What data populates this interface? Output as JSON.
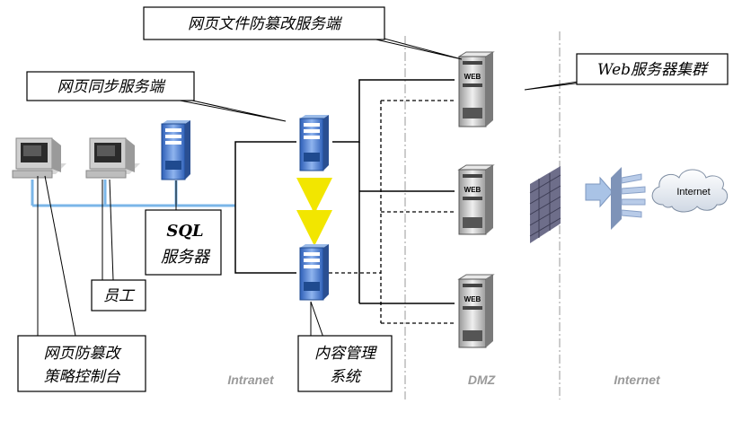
{
  "callouts": {
    "tamper_server": "网页文件防篡改服务端",
    "sync_server": "网页同步服务端",
    "web_cluster": "Web服务器集群",
    "sql_line1": "SQL",
    "sql_line2": "服务器",
    "staff": "员工",
    "policy_line1": "网页防篡改",
    "policy_line2": "策略控制台",
    "cms_line1": "内容管理",
    "cms_line2": "系统"
  },
  "zones": {
    "intranet": "Intranet",
    "dmz": "DMZ",
    "internet": "Internet"
  },
  "cloud_label": "Internet",
  "web_server_label": "WEB",
  "colors": {
    "lan_line": "#7ab6e8",
    "arrow": "#f2e600",
    "server_blue": "#4a7fd0",
    "server_gray": "#c8c8c8",
    "firewall": "#6e6e8a"
  }
}
